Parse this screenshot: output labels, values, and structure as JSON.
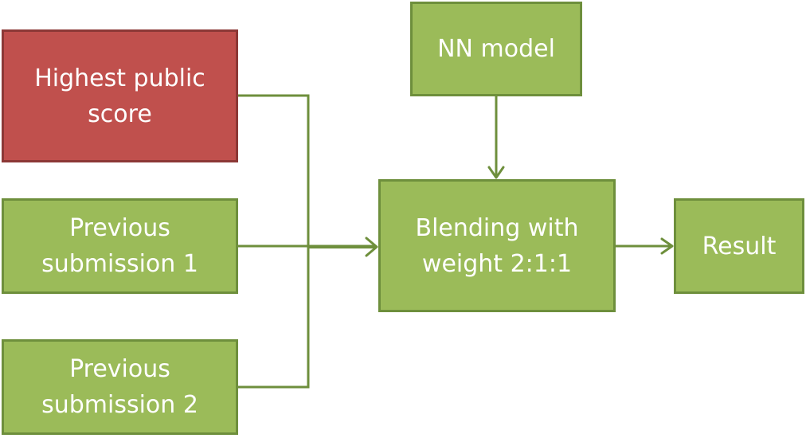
{
  "diagram": {
    "colors": {
      "node_fill": "#9bbb59",
      "node_border": "#6e8f3c",
      "highlight_fill": "#c0504d",
      "highlight_border": "#8c3836",
      "text": "#ffffff",
      "connector": "#6e8f3c"
    },
    "nodes": {
      "highest_public_score": "Highest public\nscore",
      "nn_model": "NN model",
      "previous_submission_1": "Previous\nsubmission 1",
      "blending": "Blending with\nweight 2:1:1",
      "result": "Result",
      "previous_submission_2": "Previous\nsubmission 2"
    }
  }
}
